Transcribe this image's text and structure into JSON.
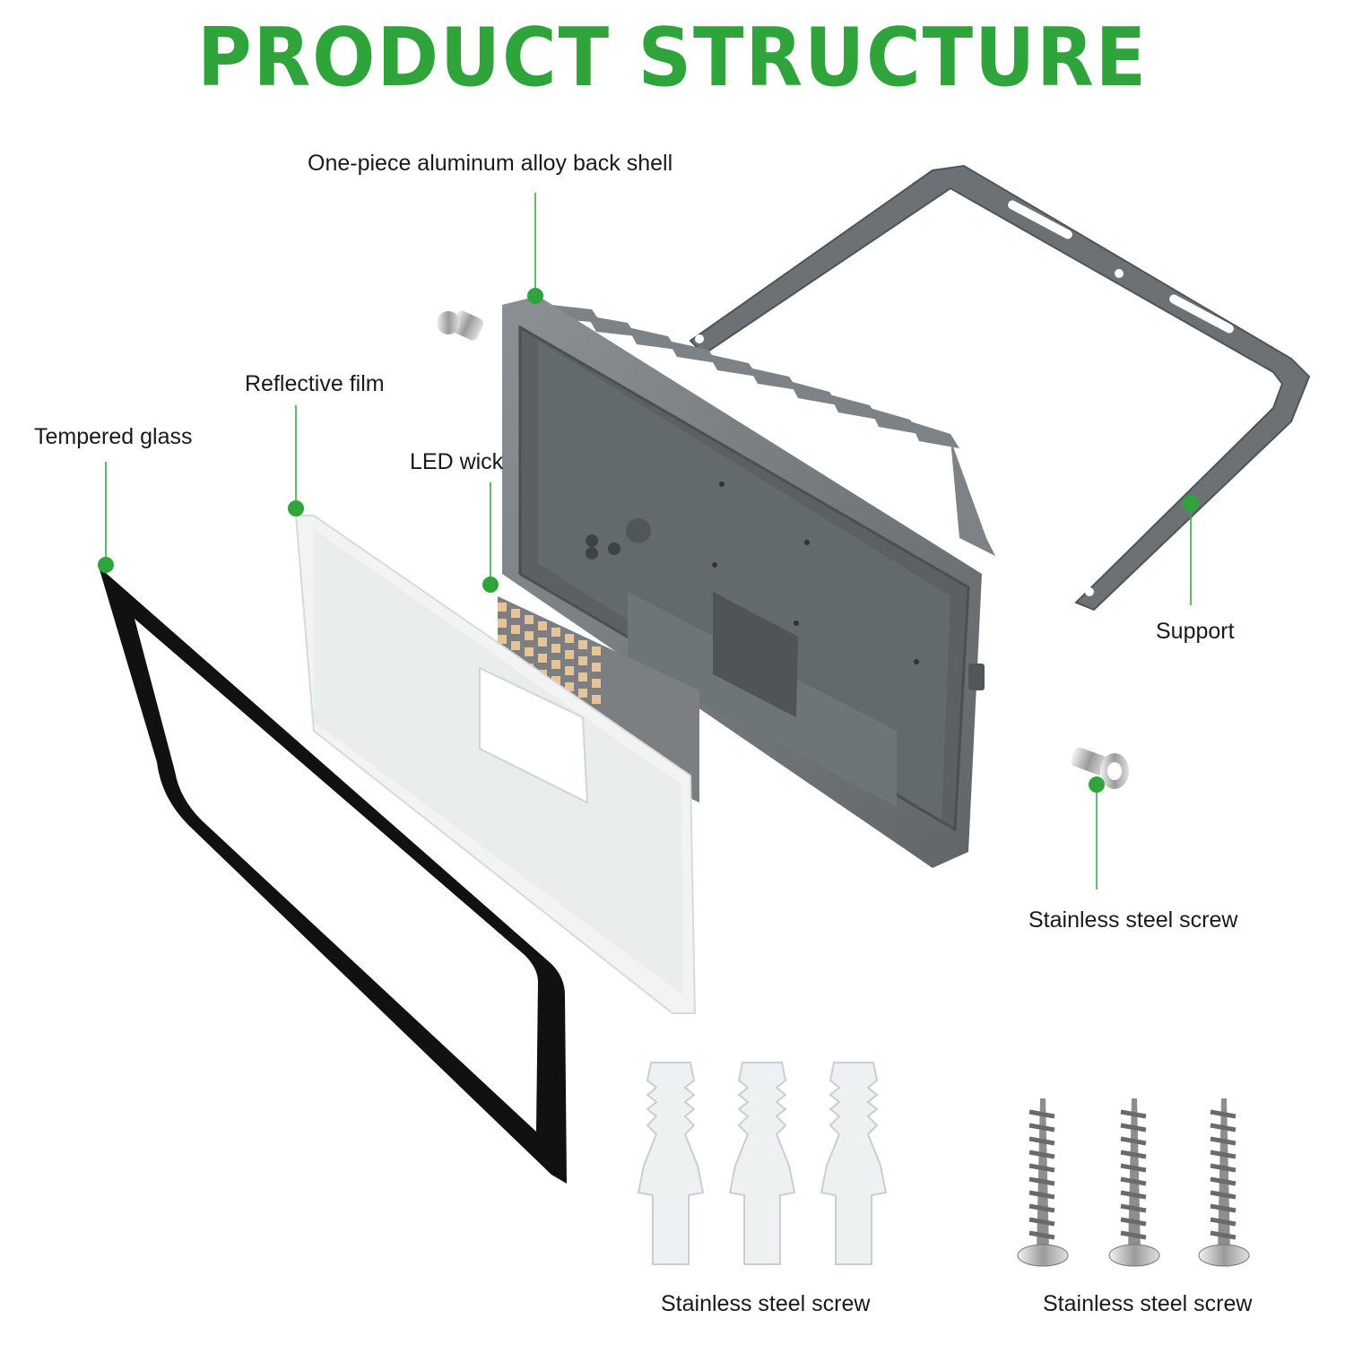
{
  "title": "PRODUCT STRUCTURE",
  "accent_color": "#2ea43a",
  "labels": {
    "back_shell": "One-piece aluminum alloy back shell",
    "reflective_film": "Reflective film",
    "tempered_glass": "Tempered glass",
    "led_wick": "LED wick",
    "support": "Support",
    "screw_right": "Stainless steel screw",
    "anchors": "Stainless steel screw",
    "screws": "Stainless steel screw"
  }
}
